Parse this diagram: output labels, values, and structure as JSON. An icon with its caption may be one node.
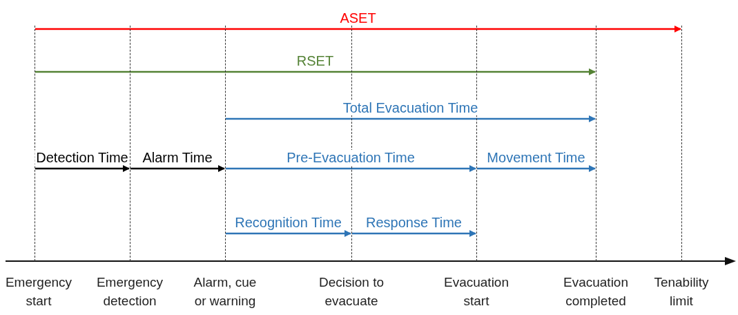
{
  "diagram": {
    "nodes": [
      {
        "text": [
          "Emergency start"
        ]
      },
      {
        "text": [
          "Emergency detection"
        ]
      },
      {
        "text": [
          "Alarm, cue or warning"
        ]
      },
      {
        "text": [
          "Decision to evacuate"
        ]
      },
      {
        "text": [
          "Evacuation start"
        ]
      },
      {
        "text": [
          "Evacuation completed"
        ]
      },
      {
        "text": [
          "Tenability limit"
        ]
      }
    ],
    "edges": [
      {
        "from": 0,
        "to": 6,
        "arrow": "to",
        "label": "ASET",
        "color": "#ff0000"
      },
      {
        "from": 0,
        "to": 5,
        "arrow": "to",
        "label": "RSET",
        "color": "#548235"
      },
      {
        "from": 2,
        "to": 5,
        "arrow": "to",
        "label": "Total Evacuation Time"
      },
      {
        "from": 0,
        "to": 1,
        "arrow": "to",
        "label": "Detection Time",
        "color": "#000000"
      },
      {
        "from": 1,
        "to": 2,
        "arrow": "to",
        "label": "Alarm Time",
        "color": "#000000"
      },
      {
        "from": 2,
        "to": 4,
        "arrow": "to",
        "label": "Pre-Evacuation Time"
      },
      {
        "from": 4,
        "to": 5,
        "arrow": "to",
        "label": "Movement Time"
      },
      {
        "from": 2,
        "to": 3,
        "arrow": "to",
        "label": "Recognition Time"
      },
      {
        "from": 3,
        "to": 4,
        "arrow": "to",
        "label": "Response Time"
      }
    ]
  }
}
